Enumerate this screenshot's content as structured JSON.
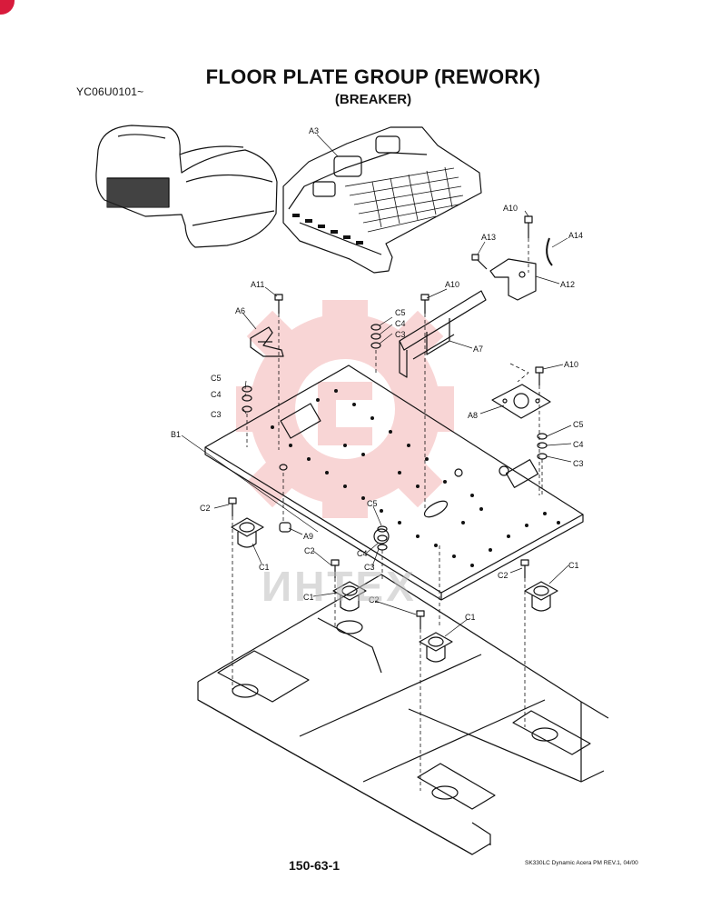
{
  "header": {
    "serial": "YC06U0101~",
    "title": "FLOOR PLATE GROUP (REWORK)",
    "subtitle": "(BREAKER)"
  },
  "watermark": {
    "text": "ИНТЕХ",
    "color": "#f2a3a3"
  },
  "callouts": {
    "a3": "A3",
    "a10_top": "A10",
    "a13": "A13",
    "a14": "A14",
    "a12": "A12",
    "a11": "A11",
    "a10_mid": "A10",
    "a6": "A6",
    "a7": "A7",
    "c5_1": "C5",
    "c4_1": "C4",
    "c3_1": "C3",
    "c5_2": "C5",
    "c4_2": "C4",
    "c3_2": "C3",
    "a10_right": "A10",
    "a8": "A8",
    "c5_3": "C5",
    "c4_3": "C4",
    "c3_3": "C3",
    "b1": "B1",
    "c2_1": "C2",
    "c1_1": "C1",
    "a9": "A9",
    "c5_4": "C5",
    "c4_4": "C4",
    "c3_4": "C3",
    "c2_2": "C2",
    "c1_2": "C1",
    "c2_3": "C2",
    "c1_3": "C1",
    "c2_4": "C2",
    "c1_4": "C1"
  },
  "footer": {
    "page_number": "150-63-1",
    "revision": "SK330LC Dynamic Acera PM REV.1, 04/00"
  }
}
